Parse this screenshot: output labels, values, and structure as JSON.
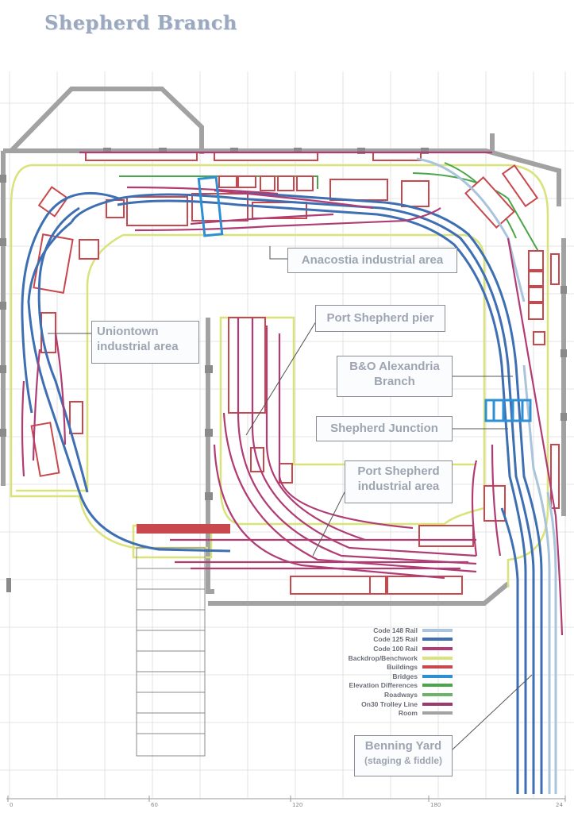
{
  "title": "Shepherd Branch",
  "labels": {
    "anacostia": "Anacostia industrial area",
    "uniontown_1": "Uniontown",
    "uniontown_2": "industrial area",
    "port_pier": "Port Shepherd pier",
    "bo_1": "B&O Alexandria",
    "bo_2": "Branch",
    "junction": "Shepherd Junction",
    "port_ind_1": "Port Shepherd",
    "port_ind_2": "industrial area",
    "benning_1": "Benning Yard",
    "benning_2": "(staging & fiddle)"
  },
  "legend": [
    {
      "label": "Code 148 Rail",
      "color": "#a9c4dc",
      "icon": "rail-148-swatch"
    },
    {
      "label": "Code 125 Rail",
      "color": "#3f6fb3",
      "icon": "rail-125-swatch"
    },
    {
      "label": "Code 100 Rail",
      "color": "#b03c74",
      "icon": "rail-100-swatch"
    },
    {
      "label": "Backdrop/Benchwork",
      "color": "#d9e37a",
      "icon": "benchwork-swatch"
    },
    {
      "label": "Buildings",
      "color": "#c8484e",
      "icon": "building-swatch"
    },
    {
      "label": "Bridges",
      "color": "#2f8fd3",
      "icon": "bridge-swatch"
    },
    {
      "label": "Elevation Differences",
      "color": "#4aa64a",
      "icon": "elevation-swatch"
    },
    {
      "label": "Roadways",
      "color": "#6bb36b",
      "icon": "roadway-swatch"
    },
    {
      "label": "On30 Trolley Line",
      "color": "#9a3a6e",
      "icon": "trolley-swatch"
    },
    {
      "label": "Room",
      "color": "#a2a2a2",
      "icon": "room-swatch"
    }
  ],
  "scale_ticks": [
    "0",
    "60",
    "120",
    "180",
    "24"
  ],
  "colors": {
    "rail148": "#a9c4dc",
    "rail125": "#3f6fb3",
    "rail100": "#b03c74",
    "benchwork": "#d9e37a",
    "building": "#c8484e",
    "bridge": "#2f8fd3",
    "elevation": "#4aa64a",
    "room": "#a2a2a2"
  }
}
